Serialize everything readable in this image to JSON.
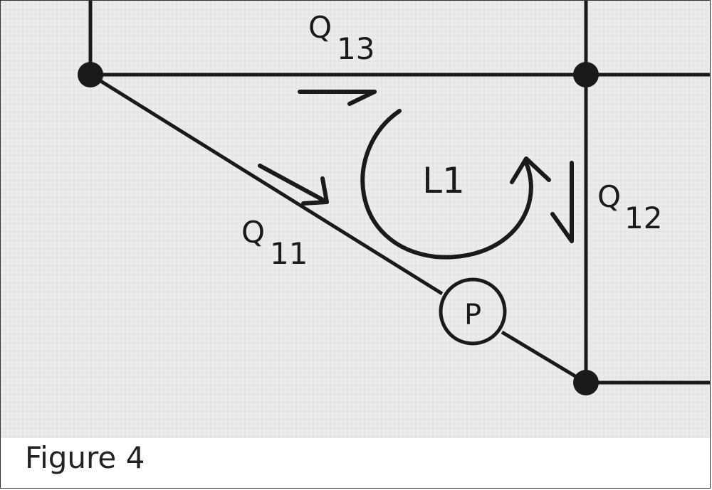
{
  "figure": {
    "caption": "Figure 4",
    "colors": {
      "ink": "#1a1a1a",
      "paper": "#e9e9e9",
      "frame": "#333333"
    },
    "labels": {
      "q13": {
        "letter": "Q",
        "sub": "13"
      },
      "q12": {
        "letter": "Q",
        "sub": "12"
      },
      "q11": {
        "letter": "Q",
        "sub": "11"
      },
      "loop": "L1",
      "pump": "P"
    }
  }
}
